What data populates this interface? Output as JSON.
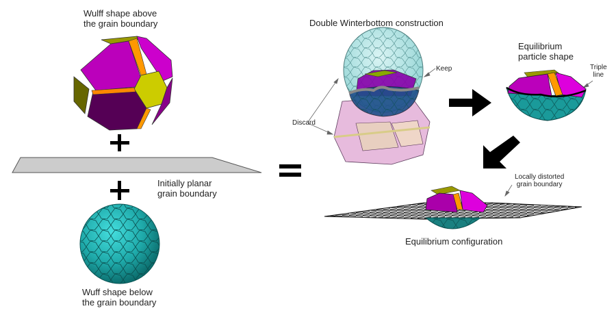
{
  "figure": {
    "title": "Double Winterbottom construction",
    "labels": {
      "wulff_above_line1": "Wulff shape above",
      "wulff_above_line2": "the grain boundary",
      "grain_boundary_line1": "Initially planar",
      "grain_boundary_line2": "grain boundary",
      "wulff_below_line1": "Wuff shape below",
      "wulff_below_line2": "the grain boundary",
      "keep": "Keep",
      "discard": "Discard",
      "eq_particle_line1": "Equilibrium",
      "eq_particle_line2": "particle shape",
      "triple_line1": "Triple",
      "triple_line2": "line",
      "distorted_line1": "Locally distorted",
      "distorted_line2": "grain boundary",
      "eq_config": "Equilibrium configuration"
    },
    "operators": {
      "plus": "+",
      "equals": "="
    },
    "icons": [
      "plus-sign",
      "equals-sign",
      "arrow-right",
      "arrow-down-left"
    ],
    "colors": {
      "magenta_face": "#cc00cc",
      "dark_magenta_face": "#550055",
      "olive_face": "#999900",
      "yellow_face": "#cccc00",
      "orange_edge": "#ff9900",
      "teal": "#1fa3a3",
      "light_teal": "#a6e0e0",
      "pink_discard": "#e6b3dd",
      "gray_plane": "#cccccc"
    }
  }
}
